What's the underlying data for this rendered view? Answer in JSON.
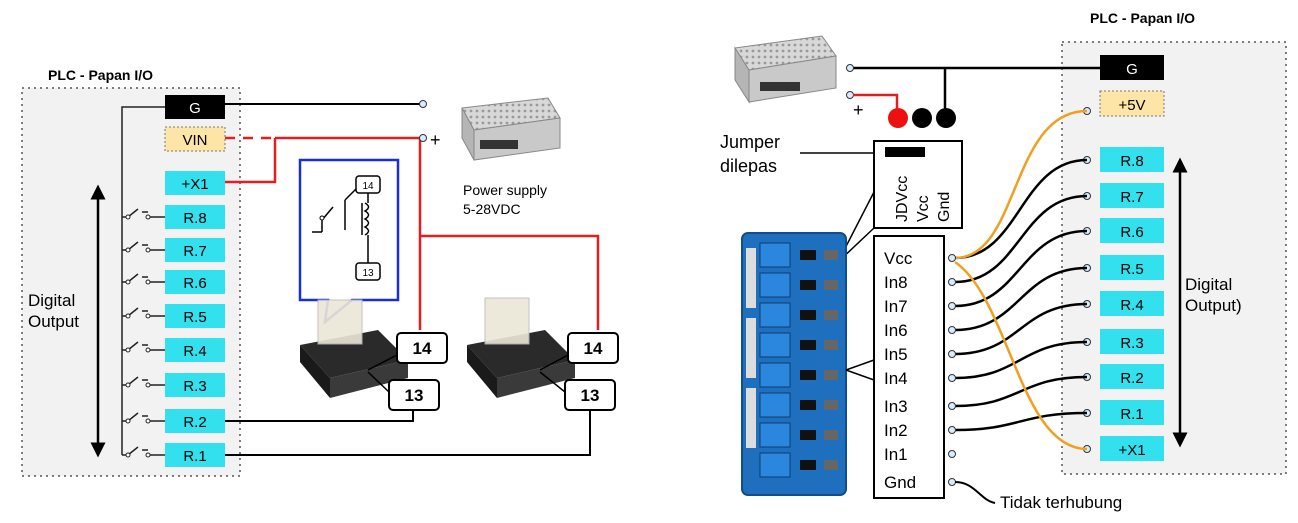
{
  "left_panel": {
    "title": "PLC - Papan I/O",
    "terminals": {
      "g": "G",
      "vin": "VIN",
      "x1": "+X1",
      "r8": "R.8",
      "r7": "R.7",
      "r6": "R.6",
      "r5": "R.5",
      "r4": "R.4",
      "r3": "R.3",
      "r2": "R.2",
      "r1": "R.1"
    },
    "digital_output": {
      "line1": "Digital",
      "line2": "Output"
    },
    "power_supply": {
      "line1": "Power supply",
      "line2": "5-28VDC"
    },
    "plus": "+",
    "relay_inset": {
      "pin_a": "14",
      "pin_b": "13"
    },
    "relay1": {
      "pin_a": "14",
      "pin_b": "13"
    },
    "relay2": {
      "pin_a": "14",
      "pin_b": "13"
    }
  },
  "right_panel": {
    "title": "PLC - Papan I/O",
    "terminals": {
      "g": "G",
      "v5": "+5V",
      "r8": "R.8",
      "r7": "R.7",
      "r6": "R.6",
      "r5": "R.5",
      "r4": "R.4",
      "r3": "R.3",
      "r2": "R.2",
      "r1": "R.1",
      "x1": "+X1"
    },
    "digital_output": {
      "line1": "Digital",
      "line2": "Output)"
    },
    "plus": "+",
    "jumper": {
      "line1": "Jumper",
      "line2": "dilepas"
    },
    "header_pins": [
      "JDVcc",
      "Vcc",
      "Gnd"
    ],
    "module_pins": [
      "Vcc",
      "In8",
      "In7",
      "In6",
      "In5",
      "In4",
      "In3",
      "In2",
      "In1",
      "Gnd"
    ],
    "not_connected": "Tidak terhubung"
  },
  "colors": {
    "terminal_fill": "#33e0ee",
    "power_fill": "#fde5a8",
    "ground_fill": "#000000",
    "wire_power": "#e02020",
    "wire_5v": "#f0a020",
    "wire_signal": "#000000",
    "relay_board": "#1f6fbf",
    "callout_border": "#1a2fd0"
  }
}
